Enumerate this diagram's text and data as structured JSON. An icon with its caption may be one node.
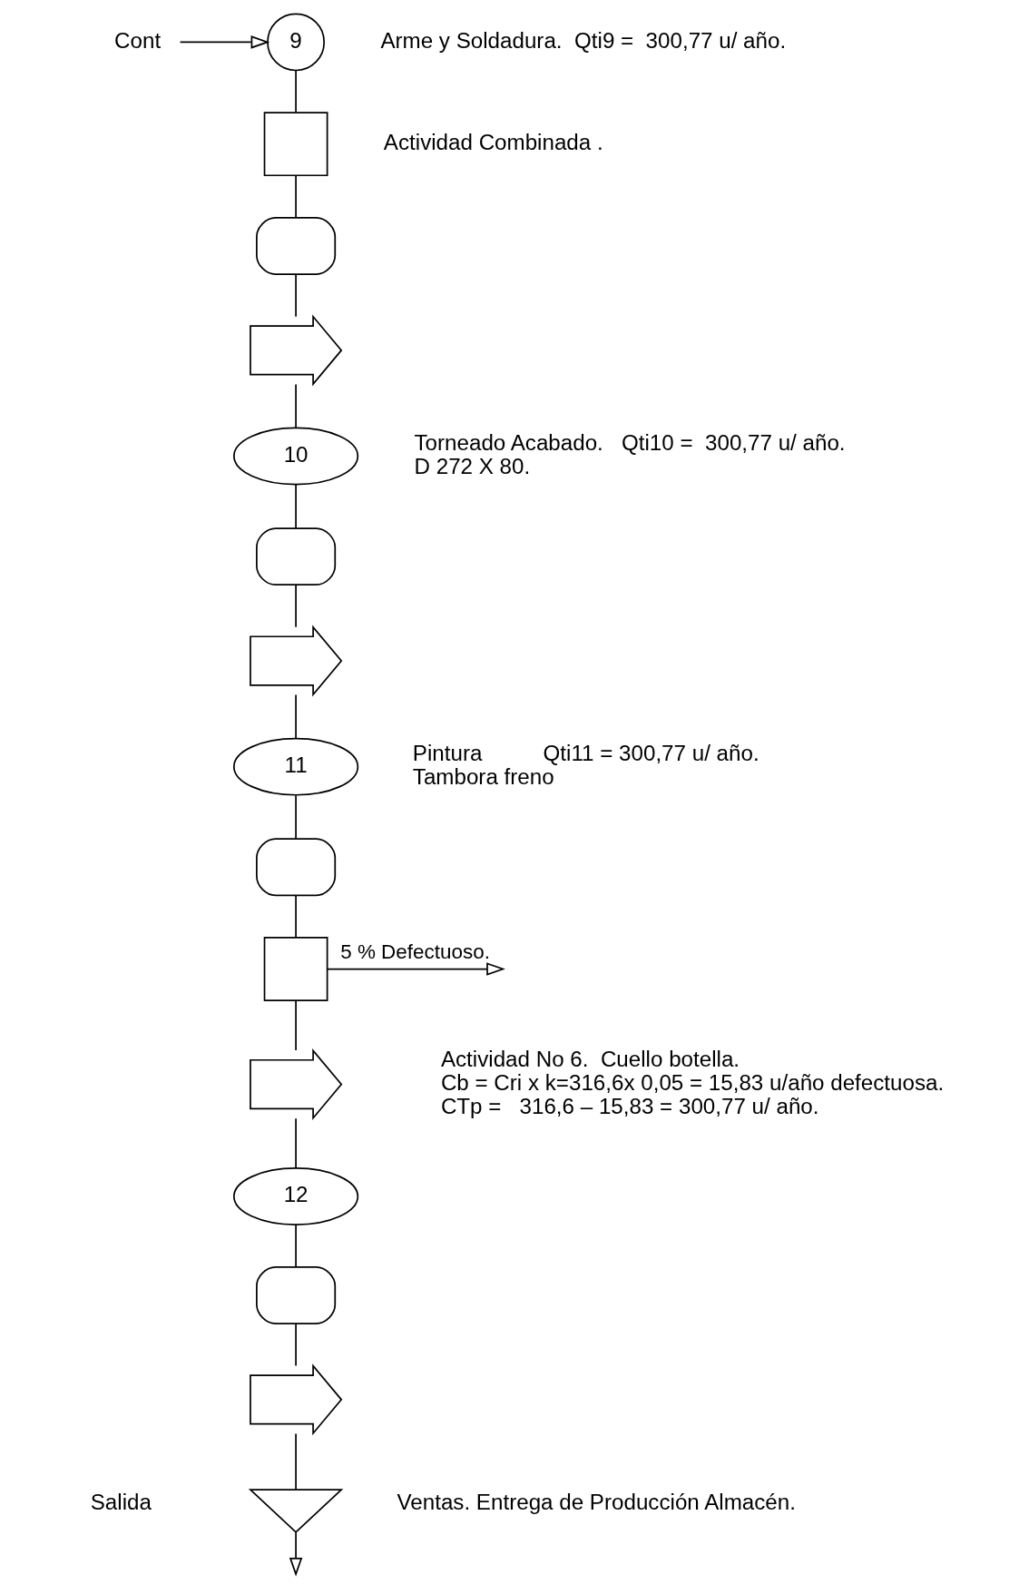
{
  "diagram": {
    "nodes": [
      {
        "text": [
          "Cont"
        ]
      },
      {
        "text": [
          "9"
        ],
        "beside": [
          "Arme y Soldadura.  Qti9 =  300,77 u/ año."
        ]
      },
      {
        "text": [],
        "shape": "box",
        "beside": [
          "Actividad Combinada ."
        ]
      },
      {
        "text": [],
        "shape": "delay"
      },
      {
        "text": [],
        "shape": "arrow"
      },
      {
        "text": [
          "10"
        ],
        "beside": [
          "Torneado Acabado.   Qti10 =  300,77 u/ año.",
          "D 272 X 80."
        ]
      },
      {
        "text": [],
        "shape": "delay"
      },
      {
        "text": [],
        "shape": "arrow"
      },
      {
        "text": [
          "11"
        ],
        "beside": [
          "Pintura          Qti11 = 300,77 u/ año.",
          "Tambora freno"
        ]
      },
      {
        "text": [],
        "shape": "delay"
      },
      {
        "text": [],
        "shape": "box"
      },
      {
        "text": [],
        "shape": "arrow"
      },
      {
        "text": [
          "12"
        ]
      },
      {
        "text": [],
        "shape": "delay"
      },
      {
        "text": [],
        "shape": "arrow"
      },
      {
        "text": [],
        "shape": "triangle",
        "beside": [
          "Ventas. Entrega de Producción Almacén."
        ]
      }
    ],
    "edges": [
      {
        "from": 0,
        "to": 1,
        "arrow": "to"
      },
      {
        "from": 1,
        "to": 2,
        "arrow": "none"
      },
      {
        "from": 2,
        "to": 3,
        "arrow": "none"
      },
      {
        "from": 3,
        "to": 4,
        "arrow": "none"
      },
      {
        "from": 4,
        "to": 5,
        "arrow": "none"
      },
      {
        "from": 5,
        "to": 6,
        "arrow": "none"
      },
      {
        "from": 6,
        "to": 7,
        "arrow": "none"
      },
      {
        "from": 7,
        "to": 8,
        "arrow": "none"
      },
      {
        "from": 8,
        "to": 9,
        "arrow": "none"
      },
      {
        "from": 9,
        "to": 10,
        "arrow": "none"
      },
      {
        "from": 10,
        "to": null,
        "arrow": "to",
        "label": "5 % Defectuoso."
      },
      {
        "from": 10,
        "to": 11,
        "arrow": "none"
      },
      {
        "from": 11,
        "to": 12,
        "arrow": "none"
      },
      {
        "from": 12,
        "to": 13,
        "arrow": "none"
      },
      {
        "from": 13,
        "to": 14,
        "arrow": "none"
      },
      {
        "from": 14,
        "to": 15,
        "arrow": "none"
      },
      {
        "from": 15,
        "to": null,
        "arrow": "to"
      }
    ],
    "labels": [
      "Actividad No 6.  Cuello botella.",
      "Cb = Cri x k=316,6x 0,05 = 15,83 u/año defectuosa.",
      "CTp =   316,6 – 15,83 = 300,77 u/ año.",
      "Salida"
    ]
  }
}
